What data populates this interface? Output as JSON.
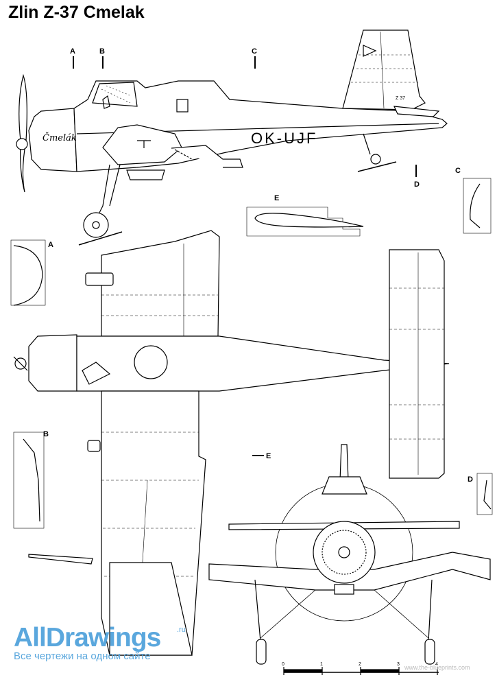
{
  "title": "Zlin Z-37 Cmelak",
  "registration": "OK-UJF",
  "fuselage_script": "Čmelák",
  "fin_marking": "Z 37",
  "section_labels": {
    "a": "A",
    "b": "B",
    "c": "C",
    "d": "D",
    "e": "E"
  },
  "scale": {
    "ticks": [
      "0",
      "1",
      "2",
      "3",
      "4"
    ]
  },
  "logo": {
    "name": "AllDrawings",
    "tld": ".ru",
    "tagline": "Все чертежи на одном сайте"
  },
  "watermark": "www.the-blueprints.com"
}
